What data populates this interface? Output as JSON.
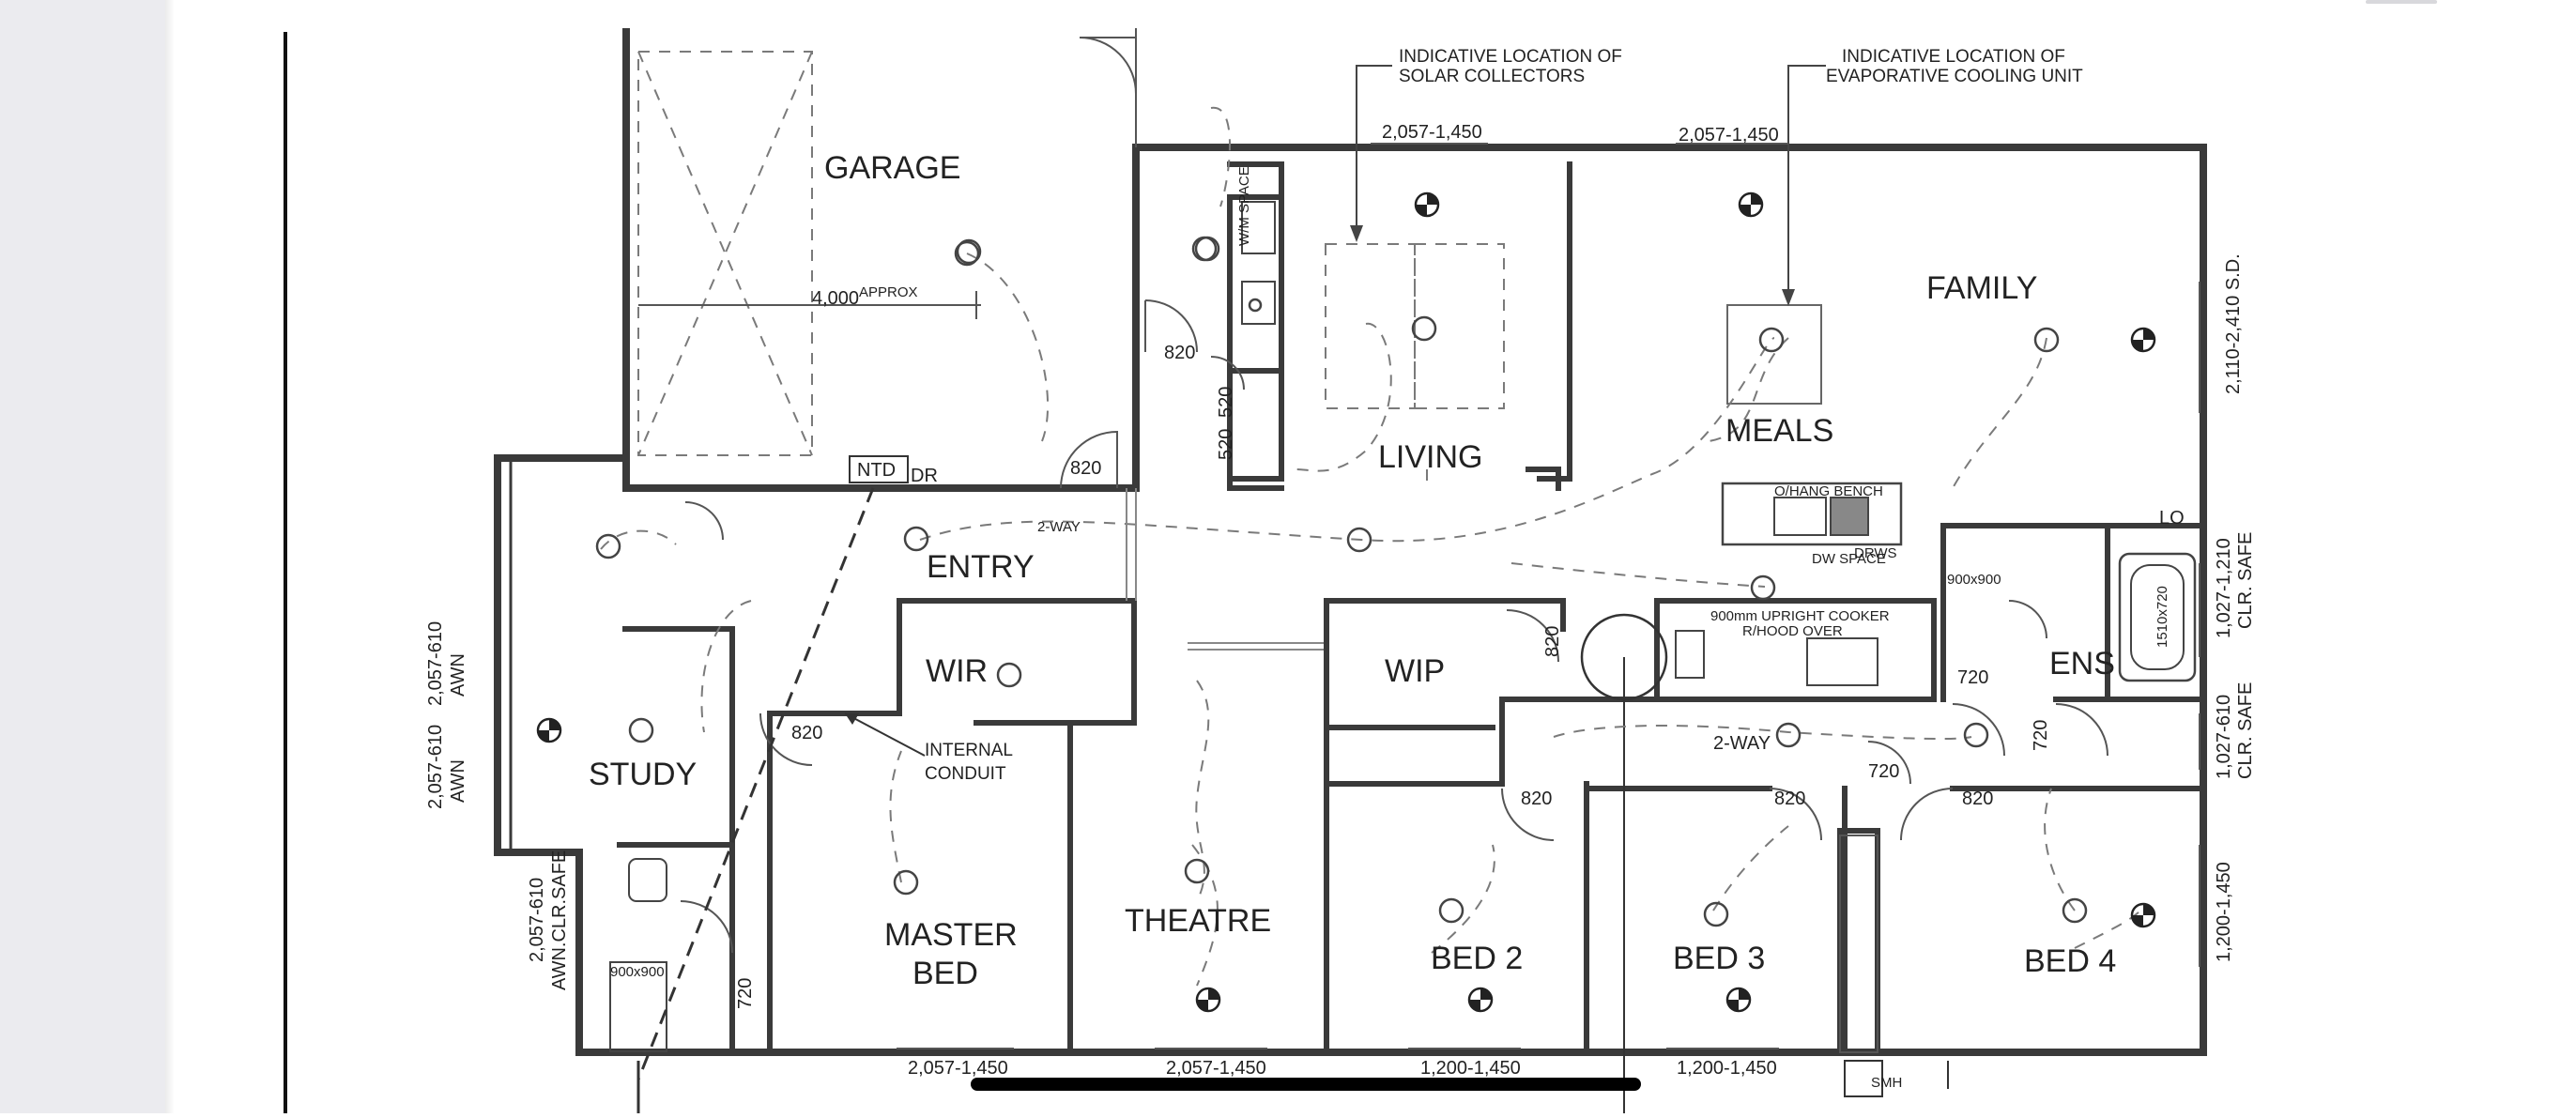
{
  "plan": {
    "rooms": {
      "garage": "GARAGE",
      "living": "LIVING",
      "meals": "MEALS",
      "family": "FAMILY",
      "entry": "ENTRY",
      "wir": "WIR",
      "wip": "WIP",
      "study": "STUDY",
      "master_bed_1": "MASTER",
      "master_bed_2": "BED",
      "theatre": "THEATRE",
      "bed2": "BED 2",
      "bed3": "BED 3",
      "bed4": "BED 4",
      "ens": "ENS"
    },
    "notes": {
      "solar_1": "INDICATIVE LOCATION OF",
      "solar_2": "SOLAR COLLECTORS",
      "cooling_1": "INDICATIVE LOCATION OF",
      "cooling_2": "EVAPORATIVE COOLING UNIT",
      "conduit_1": "INTERNAL",
      "conduit_2": "CONDUIT",
      "cooker_1": "900mm UPRIGHT COOKER",
      "cooker_2": "R/HOOD OVER",
      "ohang": "O/HANG BENCH",
      "ntd": "NTD",
      "dr": "DR",
      "lo": "LO",
      "smh": "SMH",
      "wm_space": "W/M SPACE",
      "dw_space": "DW SPACE",
      "drws": "DRWS",
      "two_way_1": "2-WAY",
      "two_way_2": "2-WAY",
      "approx": "APPROX"
    },
    "dims": {
      "garage_width": "4,000",
      "top_win_1": "2,057-1,450",
      "top_win_2": "2,057-1,450",
      "bottom_win_1": "2,057-1,450",
      "bottom_win_2": "2,057-1,450",
      "bottom_win_3": "1,200-1,450",
      "bottom_win_4": "1,200-1,450",
      "right_sd": "2,110-2,410 S.D.",
      "right_clr_1": "1,027-1,210",
      "right_clr_1b": "CLR. SAFE",
      "right_clr_2": "1,027-610",
      "right_clr_2b": "CLR. SAFE",
      "right_bed4": "1,200-1,450",
      "left_awn_1": "2,057-610",
      "left_awn_1b": "AWN",
      "left_awn_2": "2,057-610",
      "left_awn_2b": "AWN",
      "left_awn_3": "2,057-610",
      "left_awn_3b": "AWN.CLR.SAFE",
      "door_820_a": "820",
      "door_820_b": "820",
      "door_820_c": "820",
      "door_820_d": "820",
      "door_820_e": "820",
      "door_820_f": "820",
      "door_820_g": "820",
      "door_720_a": "720",
      "door_720_b": "720",
      "door_720_c": "720",
      "door_720_d": "720",
      "door_520_a": "520",
      "door_520_b": "520",
      "shower_1": "900x900",
      "shower_2": "900x900",
      "bath": "1510x720"
    }
  }
}
